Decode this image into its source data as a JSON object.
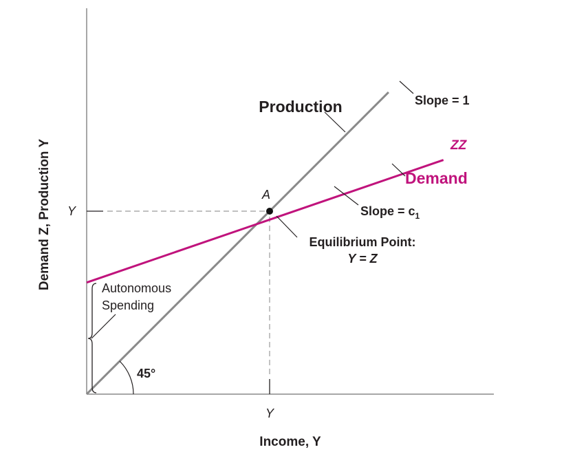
{
  "chart_data": {
    "type": "line",
    "title": "",
    "xlabel": "Income, Y",
    "ylabel": "Demand Z, Production Y",
    "x_tick_label": "Y",
    "y_tick_label": "Y",
    "series": [
      {
        "name": "Production",
        "color": "#8a8a8a",
        "slope": 1,
        "slope_label": "Slope = 1",
        "x": [
          0,
          1.65
        ],
        "y": [
          0,
          1.65
        ]
      },
      {
        "name": "Demand",
        "curve_label": "ZZ",
        "color": "#c0137c",
        "slope_label_prefix": "Slope = c",
        "slope_label_subscript": "1",
        "x": [
          0,
          1.95
        ],
        "y": [
          0.61,
          1.28
        ]
      }
    ],
    "annotations": {
      "point_label": "A",
      "equilibrium_line1": "Equilibrium Point:",
      "equilibrium_line2": "Y = Z",
      "autonomous_line1": "Autonomous",
      "autonomous_line2": "Spending",
      "angle_label": "45°"
    },
    "equilibrium": {
      "x": 1,
      "y": 1
    },
    "xlim": [
      0,
      2.2
    ],
    "ylim": [
      0,
      2.05
    ],
    "grid": false,
    "legend": "none"
  }
}
